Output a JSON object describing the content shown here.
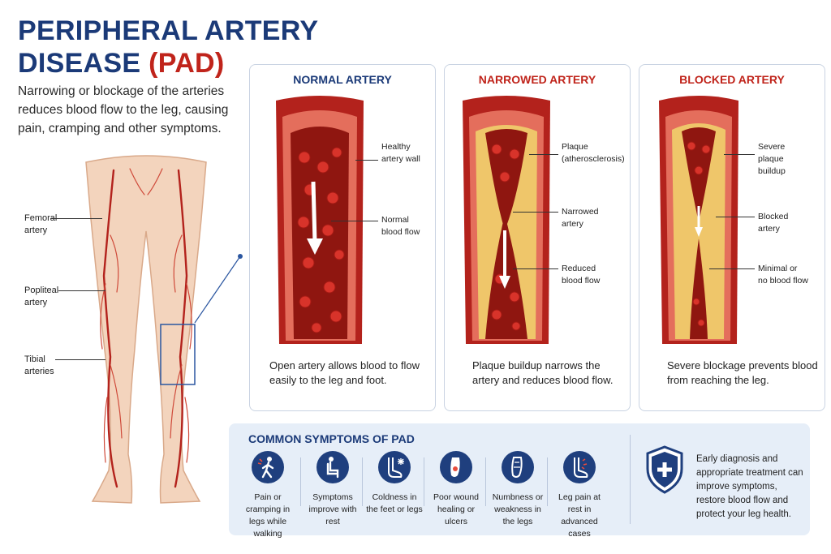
{
  "title": {
    "line1": "PERIPHERAL ARTERY",
    "line2_prefix": "DISEASE ",
    "line2_accent": "(PAD)"
  },
  "subtitle": "Narrowing or blockage of the arteries reduces blood flow to the leg, causing pain, cramping and other symptoms.",
  "leg_labels": {
    "femoral": [
      "Femoral",
      "artery"
    ],
    "popliteal": [
      "Popliteal",
      "artery"
    ],
    "tibial": [
      "Tibial",
      "arteries"
    ]
  },
  "panels": [
    {
      "title": "NORMAL ARTERY",
      "color": "#1b3a78",
      "callouts": [
        [
          "Healthy",
          "artery wall"
        ],
        [
          "Normal",
          "blood flow"
        ]
      ],
      "caption": "Open artery allows blood to flow easily to the leg and foot."
    },
    {
      "title": "NARROWED ARTERY",
      "color": "#c0241b",
      "callouts": [
        [
          "Plaque",
          "(atherosclerosis)"
        ],
        [
          "Narrowed",
          "artery"
        ],
        [
          "Reduced",
          "blood flow"
        ]
      ],
      "caption": "Plaque buildup narrows the artery and reduces blood flow."
    },
    {
      "title": "BLOCKED ARTERY",
      "color": "#c0241b",
      "callouts": [
        [
          "Severe",
          "plaque",
          "buildup"
        ],
        [
          "Blocked",
          "artery"
        ],
        [
          "Minimal or",
          "no blood flow"
        ]
      ],
      "caption": "Severe blockage prevents blood from reaching the leg."
    }
  ],
  "symptoms": {
    "title": "COMMON SYMPTOMS OF PAD",
    "items": [
      {
        "icon": "walking-pain-icon",
        "text": "Pain or cramping in legs while walking"
      },
      {
        "icon": "seated-rest-icon",
        "text": "Symptoms improve with rest"
      },
      {
        "icon": "cold-foot-icon",
        "text": "Coldness in the feet or legs"
      },
      {
        "icon": "foot-ulcer-icon",
        "text": "Poor wound healing or ulcers"
      },
      {
        "icon": "numb-foot-icon",
        "text": "Numbness or weakness in the legs"
      },
      {
        "icon": "rest-pain-foot-icon",
        "text": "Leg pain at rest in advanced cases"
      }
    ],
    "note": "Early diagnosis and appropriate treatment can improve symptoms, restore blood flow and protect your leg health."
  },
  "colors": {
    "navy": "#1b3a78",
    "red": "#c0241b",
    "artery": "#b3221c",
    "skin": "#f3d4bd",
    "plaque": "#efc66a",
    "panel_bg": "#e6eef8"
  }
}
